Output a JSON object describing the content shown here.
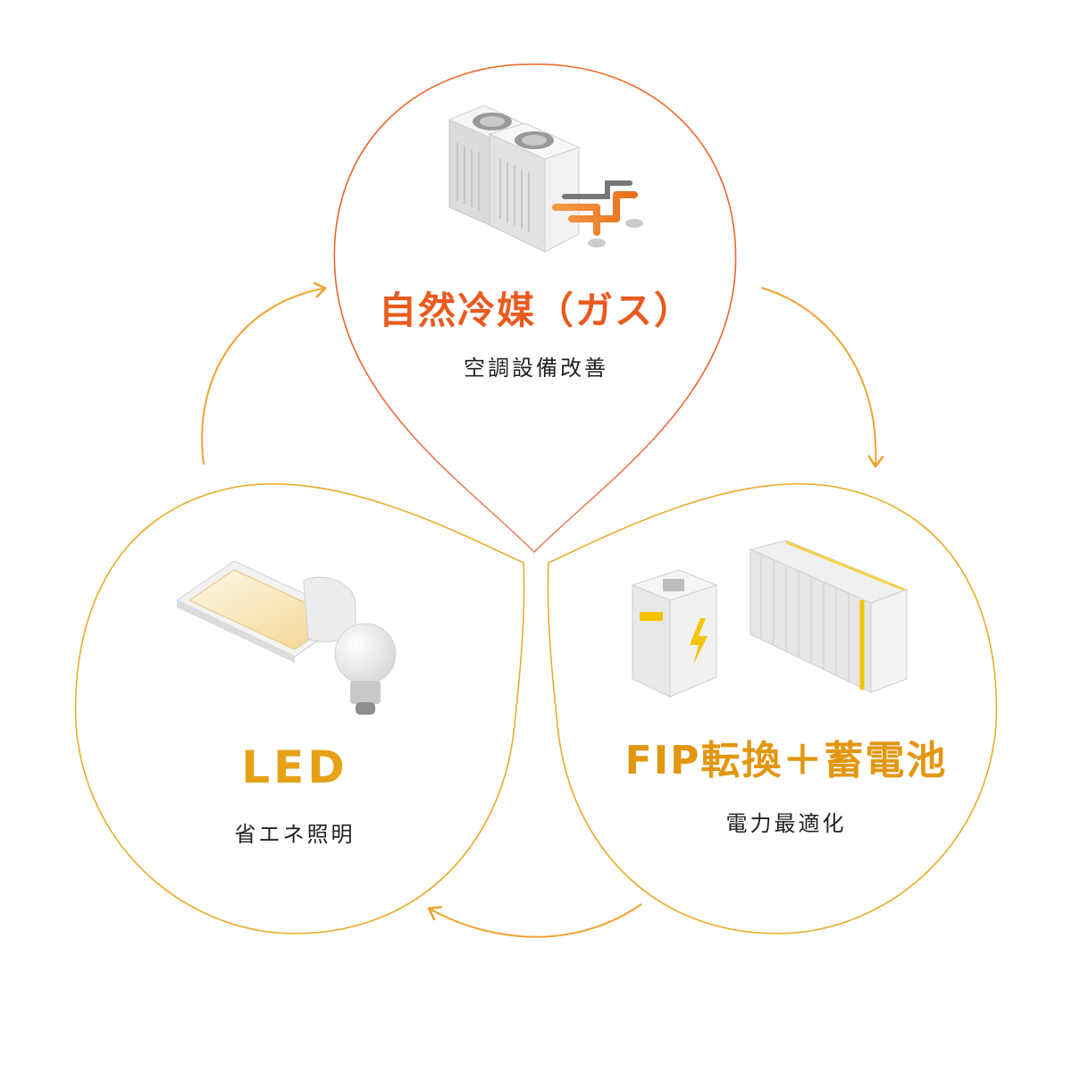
{
  "colors": {
    "top_accent": "#ea5a1e",
    "left_accent": "#e6a116",
    "right_accent": "#e3960f",
    "arrow": "#f0a433",
    "device_white": "#eeeeee",
    "pipe_orange": "#f08a2c",
    "battery_yellow": "#f5c400"
  },
  "nodes": {
    "top": {
      "title": "自然冷媒（ガス）",
      "subtitle": "空調設備改善",
      "icon": "air-conditioner-outdoor-unit-icon"
    },
    "left": {
      "title": "LED",
      "subtitle": "省エネ照明",
      "icon": "led-light-and-bulb-icon"
    },
    "right": {
      "title": "FIP転換＋蓄電池",
      "subtitle": "電力最適化",
      "icon": "battery-storage-container-icon"
    }
  },
  "cycle_direction": "clockwise"
}
